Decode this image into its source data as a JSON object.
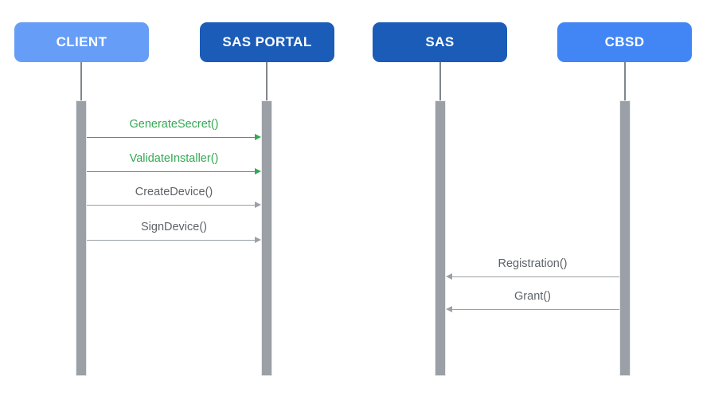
{
  "diagram": {
    "type": "sequence-diagram",
    "background": "#FFFFFF",
    "colors": {
      "green_accent": "#34A853",
      "gray_message_text": "#5F6368",
      "gray_arrow": "#9AA0A6",
      "lifeline": "#80868B",
      "activation_fill": "#9AA0A6",
      "activation_border": "#E8EAED",
      "actor_text": "#FFFFFF",
      "client_fill": "#669DF6",
      "sas_portal_fill": "#1B5CB8",
      "sas_fill": "#1B5CB8",
      "cbsd_fill": "#4285F4"
    },
    "actors": [
      {
        "label": "CLIENT",
        "fill": "#669DF6"
      },
      {
        "label": "SAS PORTAL",
        "fill": "#1B5CB8"
      },
      {
        "label": "SAS",
        "fill": "#1B5CB8"
      },
      {
        "label": "CBSD",
        "fill": "#4285F4"
      }
    ],
    "messages": [
      {
        "label": "GenerateSecret()",
        "from": "CLIENT",
        "to": "SAS PORTAL",
        "direction": "right",
        "text_color": "#34A853",
        "arrow_color": "#34A853"
      },
      {
        "label": "ValidateInstaller()",
        "from": "CLIENT",
        "to": "SAS PORTAL",
        "direction": "right",
        "text_color": "#34A853",
        "arrow_color": "#34A853"
      },
      {
        "label": "CreateDevice()",
        "from": "CLIENT",
        "to": "SAS PORTAL",
        "direction": "right",
        "text_color": "#5F6368",
        "arrow_color": "#9AA0A6"
      },
      {
        "label": "SignDevice()",
        "from": "CLIENT",
        "to": "SAS PORTAL",
        "direction": "right",
        "text_color": "#5F6368",
        "arrow_color": "#9AA0A6"
      },
      {
        "label": "Registration()",
        "from": "CBSD",
        "to": "SAS",
        "direction": "left",
        "text_color": "#5F6368",
        "arrow_color": "#9AA0A6"
      },
      {
        "label": "Grant()",
        "from": "CBSD",
        "to": "SAS",
        "direction": "left",
        "text_color": "#5F6368",
        "arrow_color": "#9AA0A6"
      }
    ]
  }
}
